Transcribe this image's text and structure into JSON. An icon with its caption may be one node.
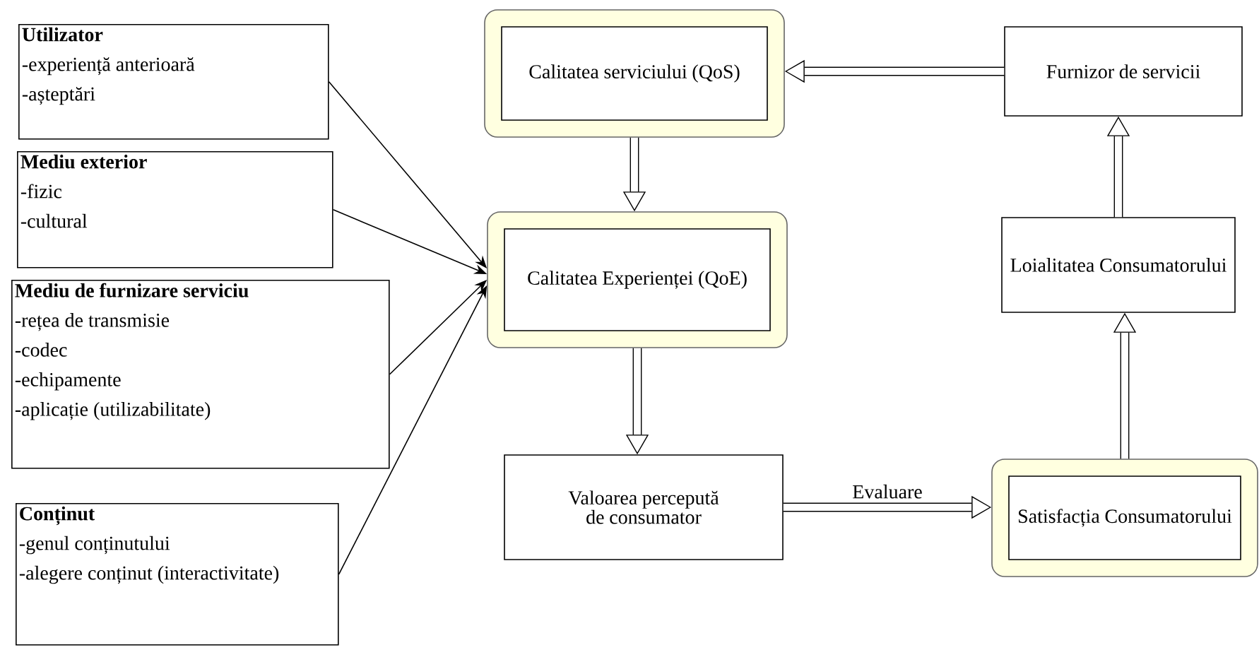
{
  "diagram": {
    "nodes": [
      {
        "text": [
          "Utilizator",
          "-experiență anterioară",
          "-așteptări"
        ]
      },
      {
        "text": [
          "Mediu exterior",
          "-fizic",
          "-cultural"
        ]
      },
      {
        "text": [
          "Mediu de furnizare serviciu",
          "-rețea de transmisie",
          "-codec",
          "-echipamente",
          "-aplicație (utilizabilitate)"
        ]
      },
      {
        "text": [
          "Conținut",
          "-genul conținutului",
          "-alegere conținut (interactivitate)"
        ]
      },
      {
        "text": [],
        "shape": "box"
      },
      {
        "text": [
          "Calitatea serviciului (QoS)"
        ],
        "in": 4
      },
      {
        "text": [
          "Furnizor de servicii"
        ]
      },
      {
        "text": [],
        "shape": "box"
      },
      {
        "text": [
          "Calitatea Experienței (QoE)"
        ],
        "in": 7
      },
      {
        "text": [
          "Loialitatea Consumatorului"
        ]
      },
      {
        "text": [
          "Valoarea percepută de consumator"
        ]
      },
      {
        "text": [],
        "shape": "box"
      },
      {
        "text": [
          "Satisfacția Consumatorului"
        ],
        "in": 11
      }
    ],
    "edges": [
      {
        "from": 0,
        "to": 7,
        "arrow": "to"
      },
      {
        "from": 1,
        "to": 7,
        "arrow": "to"
      },
      {
        "from": 2,
        "to": 7,
        "arrow": "to"
      },
      {
        "from": 3,
        "to": 7,
        "arrow": "to"
      },
      {
        "from": 6,
        "to": 4,
        "arrow": "to"
      },
      {
        "from": 4,
        "to": 7,
        "arrow": "to"
      },
      {
        "from": 7,
        "to": 10,
        "arrow": "to"
      },
      {
        "from": 10,
        "to": 11,
        "arrow": "to",
        "label": "Evaluare"
      },
      {
        "from": 11,
        "to": 9,
        "arrow": "to"
      },
      {
        "from": 9,
        "to": 6,
        "arrow": "to"
      }
    ]
  }
}
